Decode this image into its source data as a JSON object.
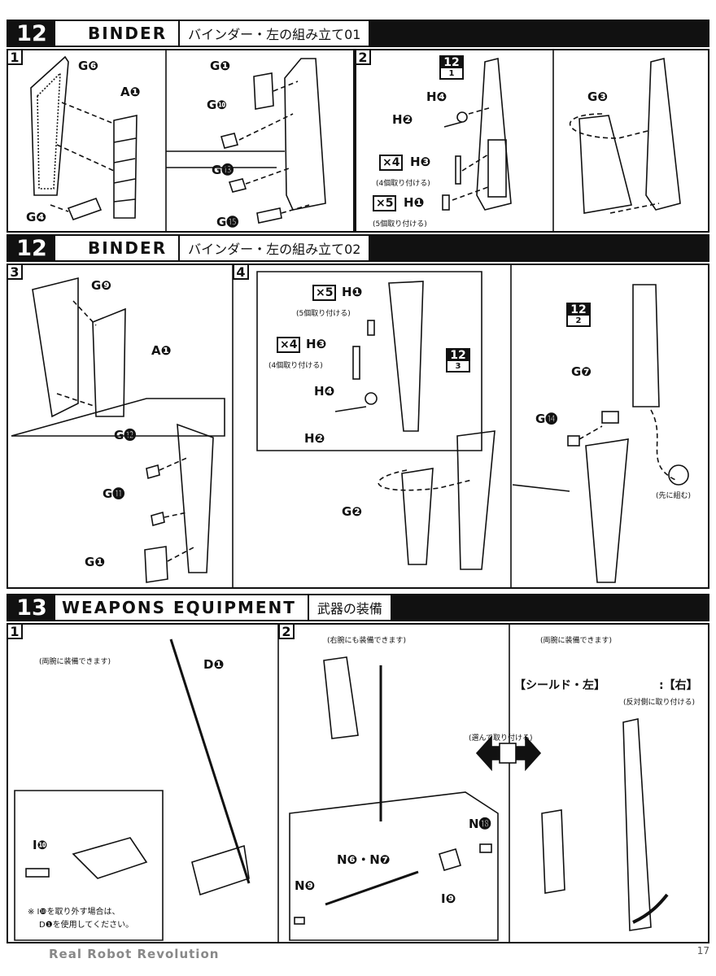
{
  "section12a": {
    "num": "12",
    "title": "BINDER",
    "subtitle": "バインダー・左の組み立て01"
  },
  "section12b": {
    "num": "12",
    "title": "BINDER",
    "subtitle": "バインダー・左の組み立て02"
  },
  "section13": {
    "num": "13",
    "title": "WEAPONS EQUIPMENT",
    "subtitle": "武器の装備"
  },
  "steps": {
    "s1": "1",
    "s2": "2",
    "s3": "3",
    "s4": "4",
    "w1": "1",
    "w2": "2"
  },
  "parts": {
    "G6": "G❻",
    "A1": "A❶",
    "G4": "G❹",
    "G1": "G❶",
    "G10": "G❿",
    "G13": "G⓭",
    "G15": "G⓯",
    "H4": "H❹",
    "H2": "H❷",
    "H3": "H❸",
    "H1": "H❶",
    "G3": "G❸",
    "G9": "G❾",
    "G12": "G⓬",
    "G11": "G⓫",
    "G2": "G❷",
    "G7": "G❼",
    "G14": "G⓮",
    "D1": "D❶",
    "I10": "I❿",
    "N18": "N⓲",
    "N6N7": "N❻・N❼",
    "N9": "N❾",
    "I9": "I❾"
  },
  "multipliers": {
    "x4": "×4",
    "x5": "×5"
  },
  "notes": {
    "four": "(4個取り付ける)",
    "five": "(5個取り付ける)",
    "pre": "(先に組む)",
    "both": "(両腕に装備できます)",
    "right_too": "(右腕にも装備できます)",
    "choose": "(選んで取り付ける)",
    "shield": "【シールド・左】",
    "shield_right": ":【右】",
    "reverse": "(反対側に取り付ける)",
    "remove1": "※ I❿を取り外す場合は、",
    "remove2": "D❶を使用してください。"
  },
  "badges": {
    "b121": {
      "t": "12",
      "b": "1"
    },
    "b122": {
      "t": "12",
      "b": "2"
    },
    "b123": {
      "t": "12",
      "b": "3"
    }
  },
  "footer": {
    "brand": "Real Robot Revolution",
    "page": "17"
  }
}
